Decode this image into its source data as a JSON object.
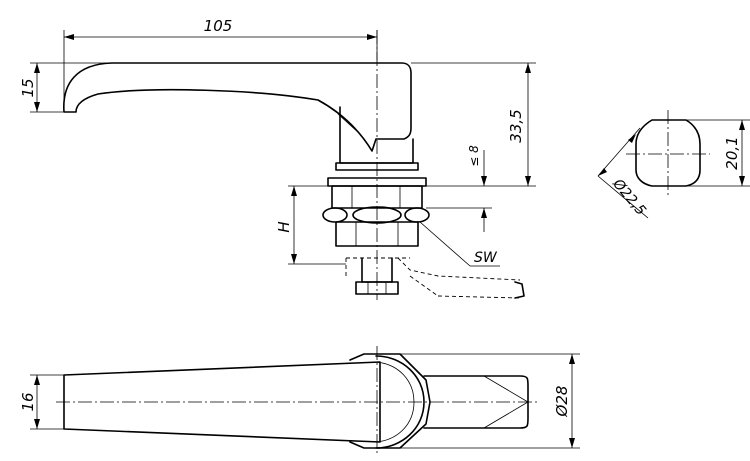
{
  "dimensions": {
    "length": "105",
    "handle_height": "15",
    "total_height": "33,5",
    "max_height": "≤ 8",
    "H": "H",
    "SW": "SW",
    "flats": "20,1",
    "diameter_round": "Ø22,5",
    "grip_width": "16",
    "diameter_28": "Ø28"
  }
}
